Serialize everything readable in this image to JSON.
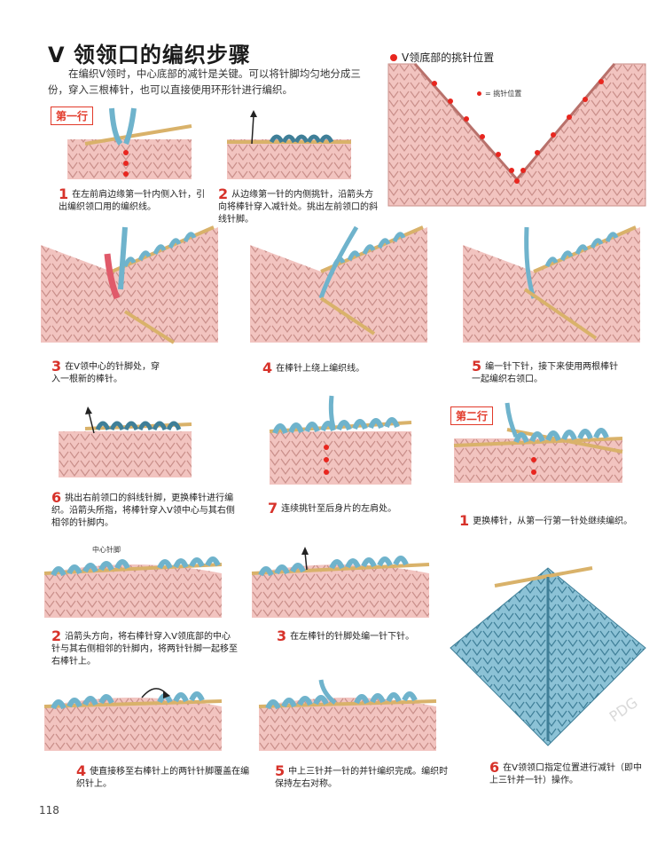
{
  "title": "V 领领口的编织步骤",
  "intro": "在编织V领时，中心底部的减针是关键。可以将针脚均匀地分成三份，穿入三根棒针，也可以直接使用环形针进行编织。",
  "row1_tag": "第一行",
  "row2_tag": "第二行",
  "vneck": {
    "title": "V领底部的挑针位置",
    "legend": "= 挑针位置"
  },
  "center_stitch_label": "中心针脚",
  "watermark": "PDG",
  "page_number": "118",
  "colors": {
    "pink": "#f2c4c0",
    "blue": "#6fb3cc",
    "red": "#e8261f",
    "accent": "#d7322a"
  },
  "steps_row1": [
    {
      "num": "1",
      "text": "在左前肩边缘第一针内侧入针，引出编织领口用的编织线。"
    },
    {
      "num": "2",
      "text": "从边缘第一针的内侧挑针，沿箭头方向将棒针穿入减针处。挑出左前领口的斜线针脚。"
    },
    {
      "num": "3",
      "text": "在V领中心的针脚处，穿入一根新的棒针。"
    },
    {
      "num": "4",
      "text": "在棒针上绕上编织线。"
    },
    {
      "num": "5",
      "text": "编一针下针，接下来使用两根棒针一起编织右领口。"
    },
    {
      "num": "6",
      "text": "挑出右前领口的斜线针脚，更换棒针进行编织。沿箭头所指，将棒针穿入V领中心与其右侧相邻的针脚内。"
    },
    {
      "num": "7",
      "text": "连续挑针至后身片的左肩处。"
    }
  ],
  "steps_row2": [
    {
      "num": "1",
      "text": "更换棒针，从第一行第一针处继续编织。"
    },
    {
      "num": "2",
      "text": "沿箭头方向，将右棒针穿入V领底部的中心针与其右侧相邻的针脚内，将两针针脚一起移至右棒针上。"
    },
    {
      "num": "3",
      "text": "在左棒针的针脚处编一针下针。"
    },
    {
      "num": "4",
      "text": "使直接移至右棒针上的两针针脚覆盖在编织针上。"
    },
    {
      "num": "5",
      "text": "中上三针并一针的并针编织完成。编织时保持左右对称。"
    },
    {
      "num": "6",
      "text": "在V领领口指定位置进行减针（即中上三针并一针）操作。"
    }
  ]
}
